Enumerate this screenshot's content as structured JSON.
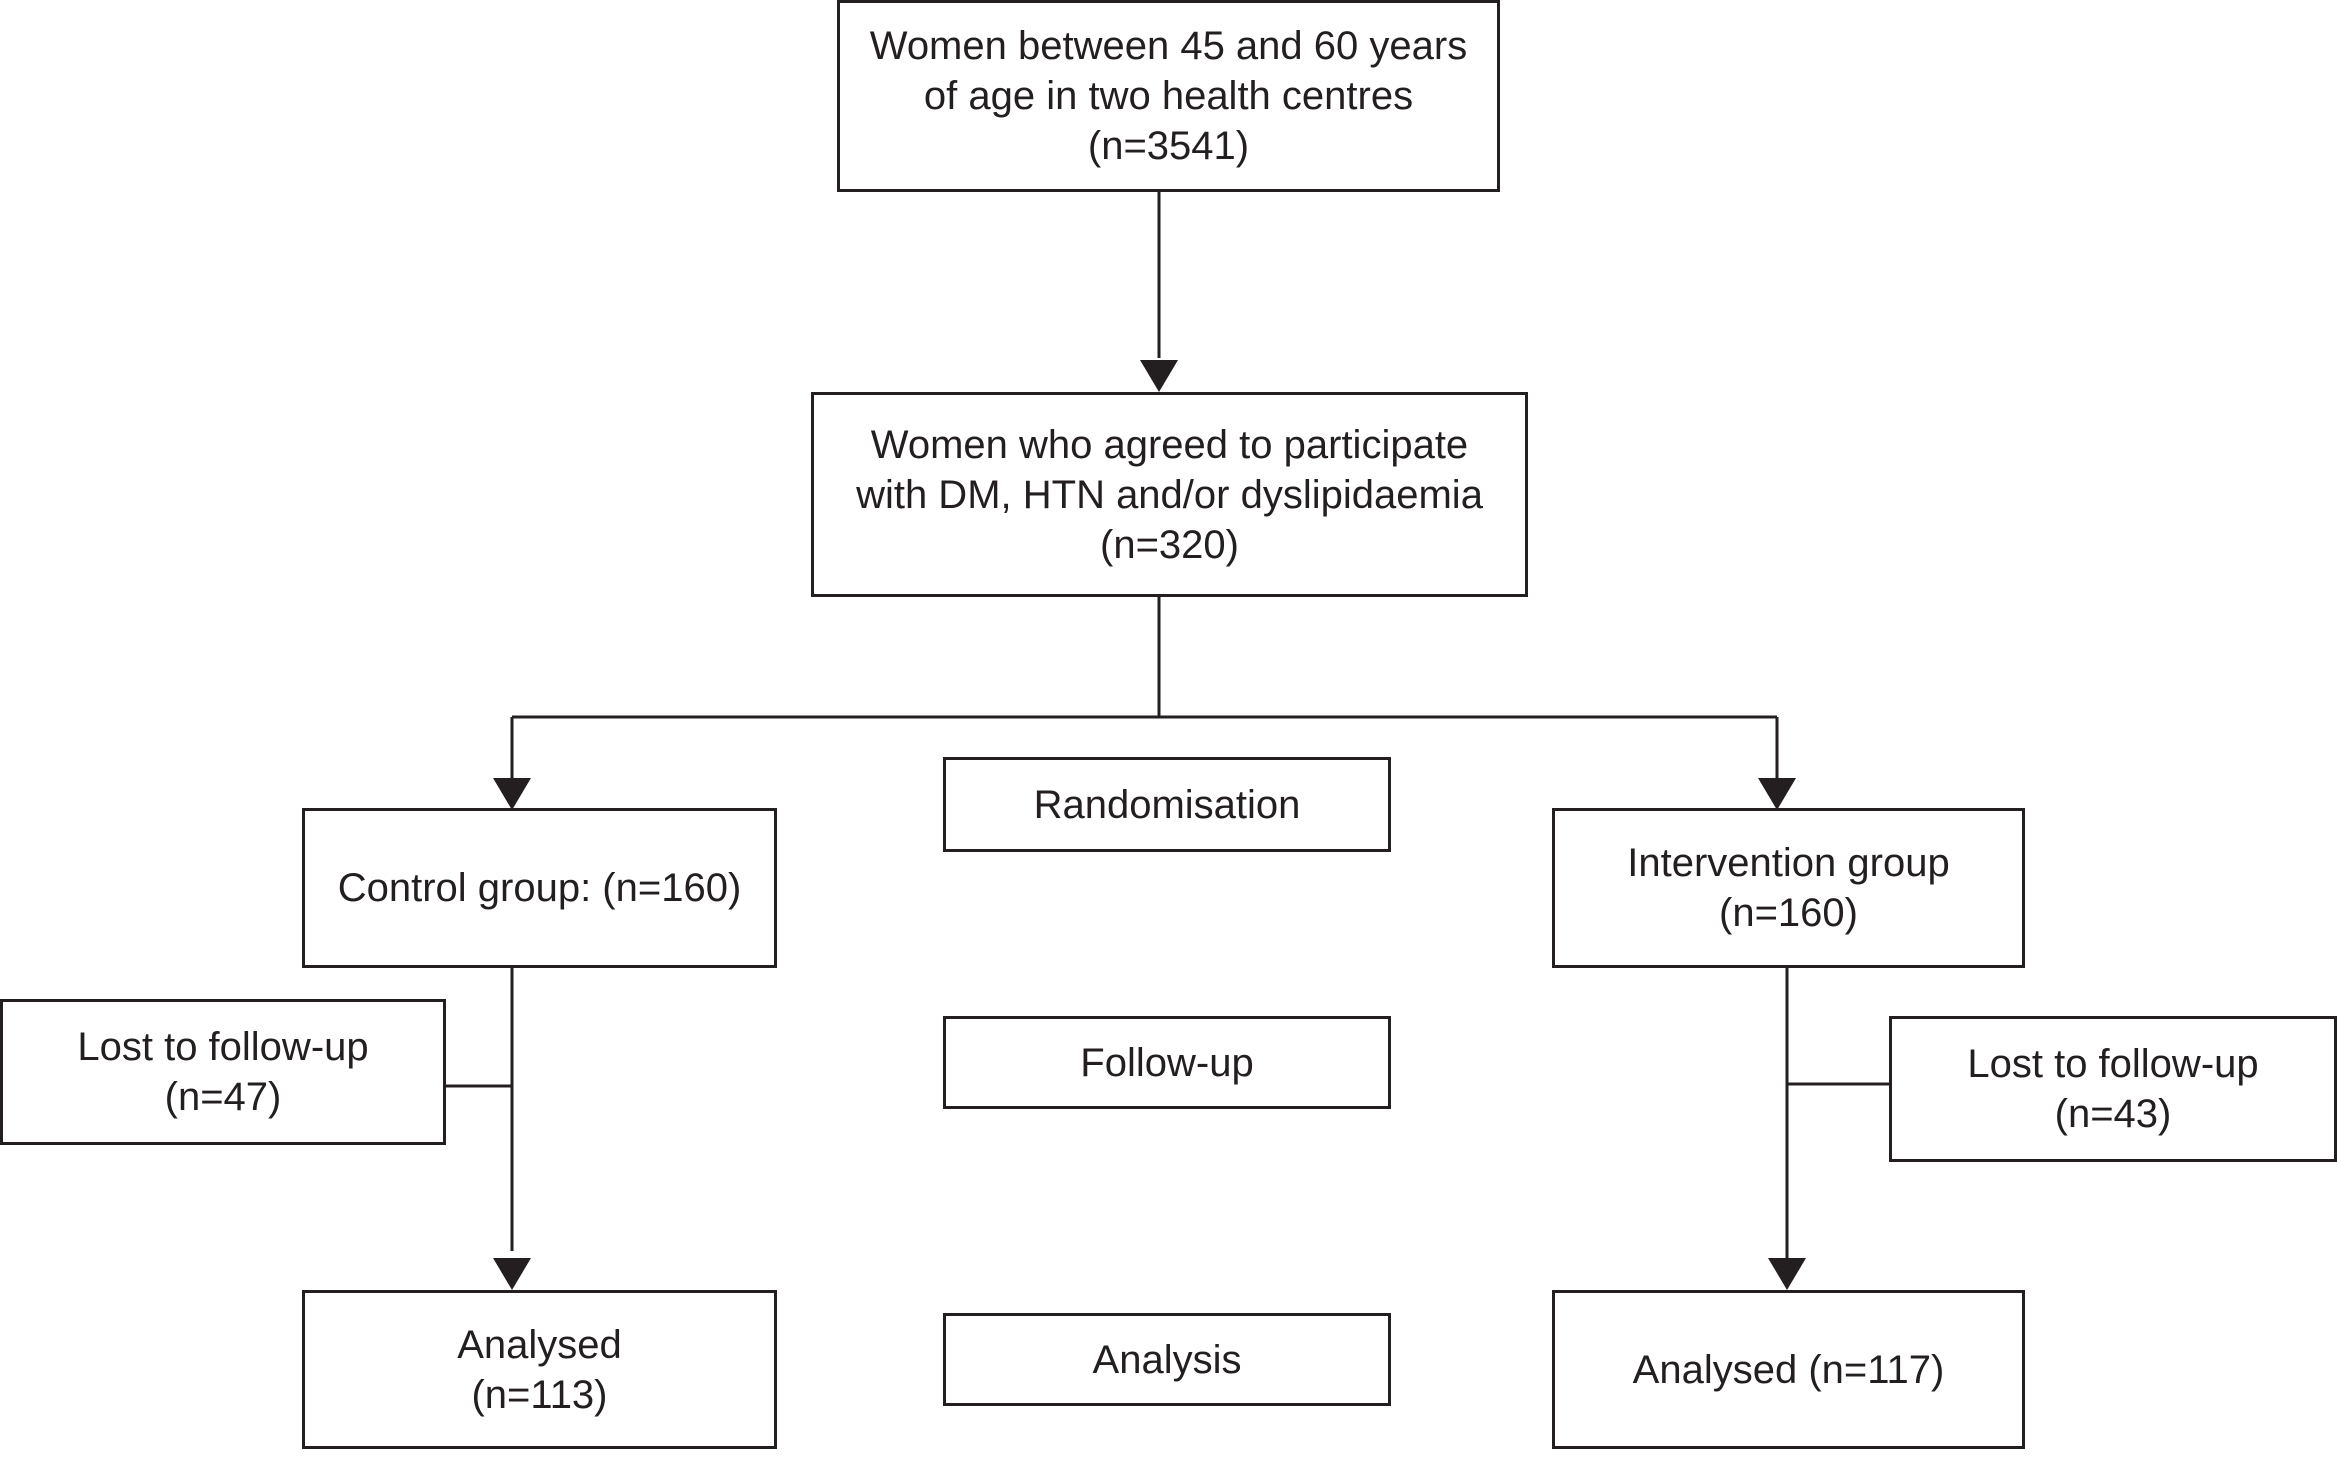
{
  "flowchart": {
    "colors": {
      "stroke": "#231f20",
      "background": "#ffffff"
    },
    "boxes": {
      "eligible": {
        "line1": "Women between 45 and 60 years",
        "line2": "of age in two health centres",
        "line3": "(n=3541)"
      },
      "enrolled": {
        "line1": "Women who agreed to participate",
        "line2": "with DM, HTN and/or dyslipidaemia",
        "line3": "(n=320)"
      },
      "control": {
        "line1": "Control group: (n=160)"
      },
      "intervention": {
        "line1": "Intervention group",
        "line2": "(n=160)"
      },
      "control_lost": {
        "line1": "Lost to follow-up",
        "line2": "(n=47)"
      },
      "intervention_lost": {
        "line1": "Lost to follow-up",
        "line2": "(n=43)"
      },
      "control_analysed": {
        "line1": "Analysed",
        "line2": "(n=113)"
      },
      "intervention_analysed": {
        "line1": "Analysed (n=117)"
      }
    },
    "stages": {
      "randomisation": "Randomisation",
      "follow_up": "Follow-up",
      "analysis": "Analysis"
    }
  }
}
